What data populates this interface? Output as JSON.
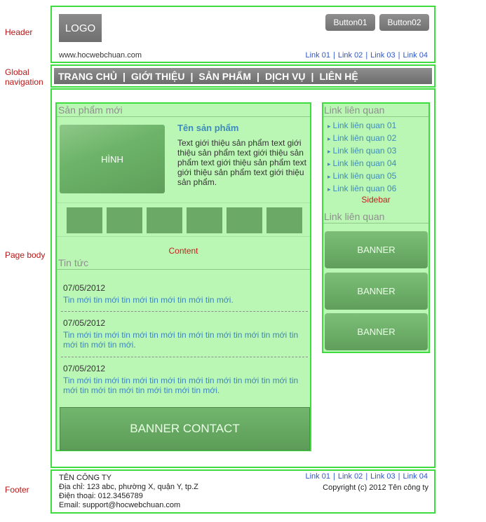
{
  "annotations": {
    "header": "Header",
    "global_nav_1": "Global",
    "global_nav_2": "navigation",
    "page_body": "Page body",
    "footer": "Footer"
  },
  "header": {
    "logo": "LOGO",
    "button1": "Button01",
    "button2": "Button02",
    "site_url": "www.hocwebchuan.com",
    "links": [
      "Link 01",
      "Link 02",
      "Link 03",
      "Link 04"
    ],
    "link_separator": "|"
  },
  "nav": {
    "items": [
      "TRANG CHỦ",
      "GIỚI THIỆU",
      "SẢN PHẨM",
      "DỊCH VỤ",
      "LIÊN HỆ"
    ],
    "separator": "|"
  },
  "content": {
    "new_products_title": "Sản phẩm mới",
    "image_label": "HÌNH",
    "product_name": "Tên sản phẩm",
    "product_desc": "Text giới thiệu sản phẩm text giới thiệu sản phẩm text giới thiệu sản phẩm text giới thiệu sản phẩm text giới thiệu sản phẩm text giới thiệu sản phẩm.",
    "content_label": "Content",
    "news_title": "Tin tức",
    "news": [
      {
        "date": "07/05/2012",
        "text": "Tin mới tin mới tin mới tin mới tin mới tin mới."
      },
      {
        "date": "07/05/2012",
        "text": "Tin mới tin mới tin mới tin mới tin mới tin mới tin mới tin mới tin mới tin mới tin mới."
      },
      {
        "date": "07/05/2012",
        "text": "Tin mới tin mới tin mới tin mới tin mới tin mới tin mới tin mới tin mới tin mới tin mới tin mới tin mới tin mới."
      }
    ],
    "banner_contact": "BANNER CONTACT"
  },
  "sidebar": {
    "title1": "Link liên quan",
    "links": [
      "Link liên quan 01",
      "Link liên quan 02",
      "Link liên quan 03",
      "Link liên quan 04",
      "Link liên quan 05",
      "Link liên quan 06"
    ],
    "sidebar_label": "Sidebar",
    "title2": "Link liên quan",
    "banners": [
      "BANNER",
      "BANNER",
      "BANNER"
    ]
  },
  "footer": {
    "company": "TÊN CÔNG TY",
    "address": "Địa chỉ: 123 abc, phường X, quận Y, tp.Z",
    "phone": "Điện thoại: 012.3456789",
    "email": "Email: support@hocwebchuan.com",
    "links": [
      "Link 01",
      "Link 02",
      "Link 03",
      "Link 04"
    ],
    "copyright": "Copyright (c) 2012 Tên công ty"
  },
  "colors": {
    "frame_green": "#3fdc3f",
    "panel_green": "#bbf7b4",
    "block_green": "#6aaa66",
    "nav_gray": "#7d7d7d",
    "annotation_red": "#b51818",
    "link_blue": "#2f57c6"
  }
}
